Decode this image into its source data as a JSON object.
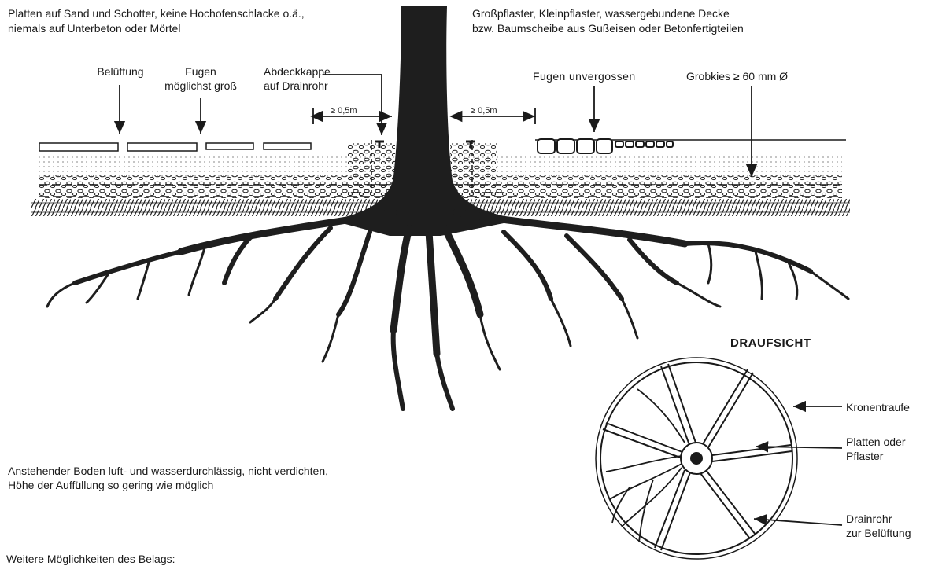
{
  "top_left": {
    "line1": "Platten auf Sand und Schotter, keine Hochofenschlacke o.ä.,",
    "line2": "niemals auf Unterbeton oder Mörtel"
  },
  "top_right": {
    "line1": "Großpflaster, Kleinpflaster, wassergebundene Decke",
    "line2": "bzw. Baumscheibe aus Gußeisen oder Betonfertigteilen"
  },
  "labels": {
    "beluftung": "Belüftung",
    "fugen_line1": "Fugen",
    "fugen_line2": "möglichst groß",
    "abdeck_line1": "Abdeckkappe",
    "abdeck_line2": "auf Drainrohr",
    "dist_left": "≥ 0,5m",
    "dist_right": "≥ 0,5m",
    "fugen_unvergossen": "Fugen unvergossen",
    "grobkies": "Grobkies ≥ 60 mm Ø"
  },
  "bottom_left": {
    "line1": "Anstehender Boden luft- und wasserdurchlässig, nicht verdichten,",
    "line2": "Höhe der Auffüllung so gering wie möglich"
  },
  "footer": "Weitere Möglichkeiten des Belags:",
  "top_view": {
    "title": "DRAUFSICHT",
    "kronentraufe": "Kronentraufe",
    "platten_line1": "Platten oder",
    "platten_line2": "Pflaster",
    "drainrohr_line1": "Drainrohr",
    "drainrohr_line2": "zur Belüftung"
  },
  "colors": {
    "ink": "#1a1a1a",
    "paper": "#ffffff"
  }
}
